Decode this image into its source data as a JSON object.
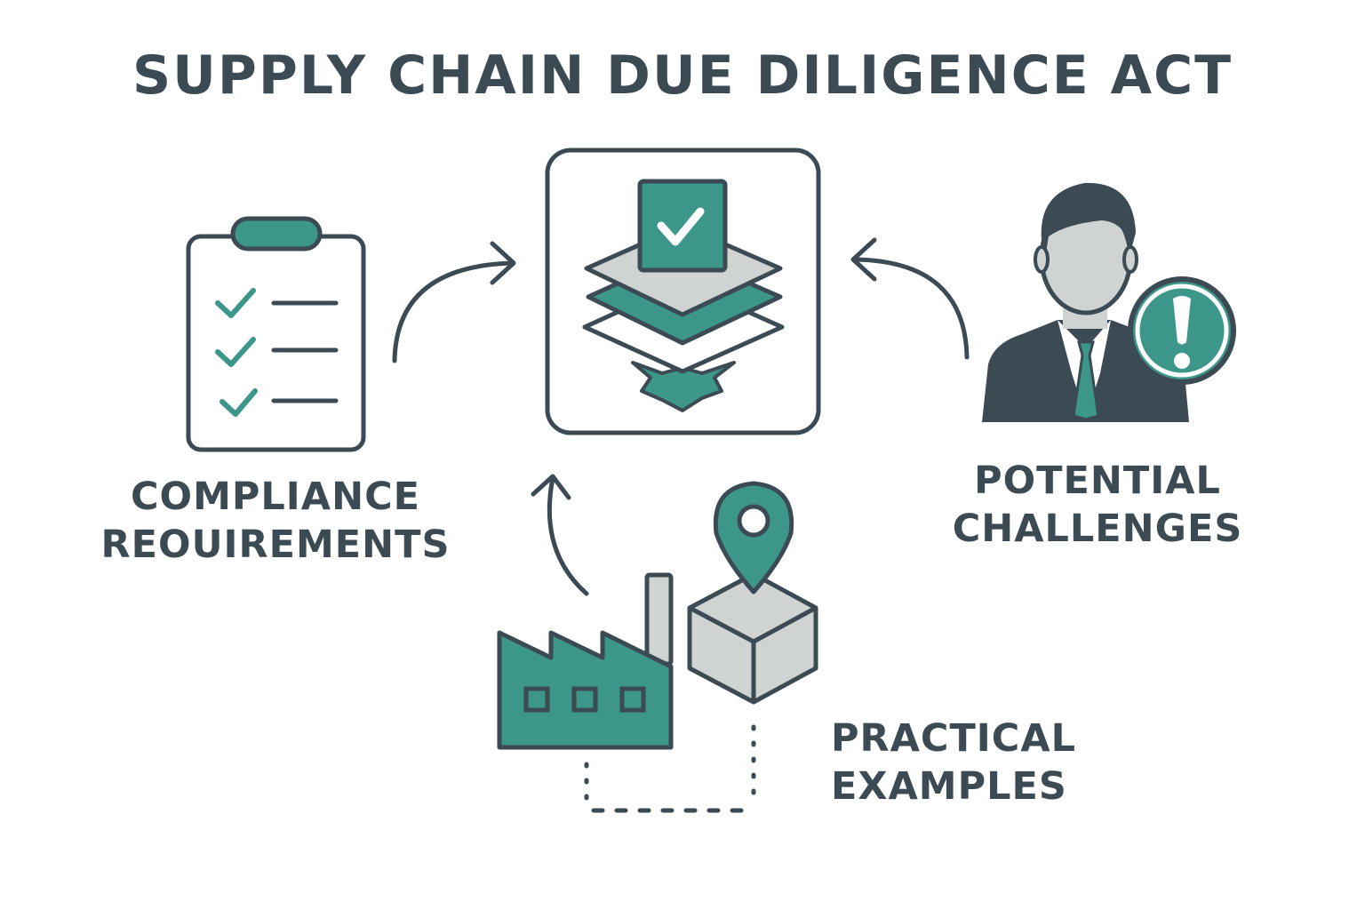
{
  "title": "SUPPLY CHAIN DUE DILIGENCE ACT",
  "nodes": {
    "compliance": {
      "line1": "COMPLIANCE",
      "line2": "REOUIREMENTS",
      "icon": "clipboard-checklist-icon"
    },
    "challenges": {
      "line1": "POTENTIAL",
      "line2": "CHALLENGES",
      "icon": "businessman-alert-icon"
    },
    "examples": {
      "line1": "PRACTICAL",
      "line2": "EXAMPLES",
      "icon": "factory-package-location-icon"
    },
    "center": {
      "icon": "layered-document-check-icon"
    }
  },
  "colors": {
    "primary_dark": "#3c4a54",
    "teal": "#3c968a",
    "light_gray": "#cfd3d2"
  }
}
